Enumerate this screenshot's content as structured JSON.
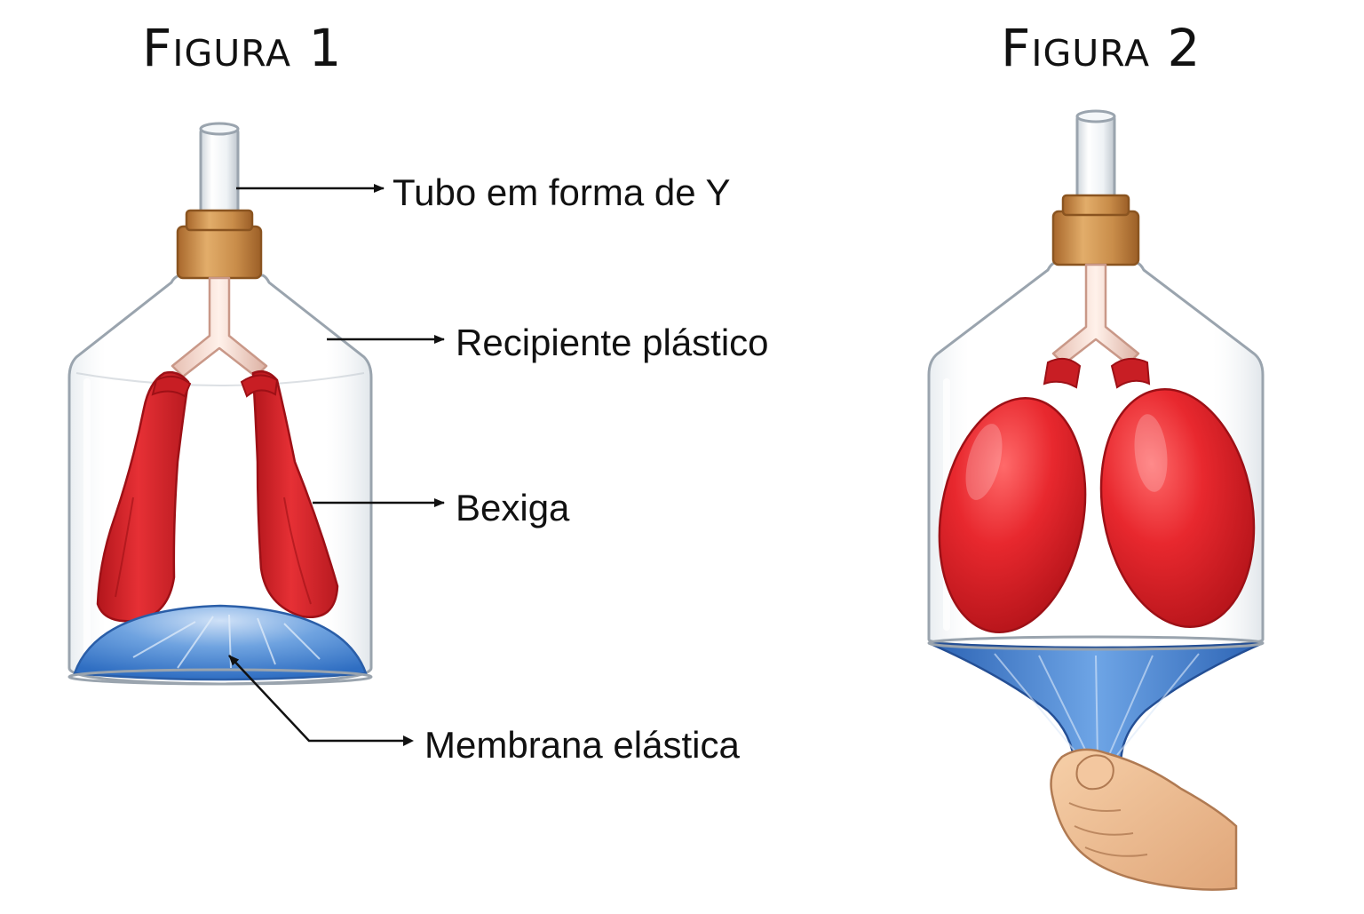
{
  "figure1": {
    "title": "Figura 1",
    "labels": {
      "tube": "Tubo em forma de Y",
      "bottle": "Recipiente plástico",
      "balloon": "Bexiga",
      "membrane": "Membrana elástica"
    }
  },
  "figure2": {
    "title": "Figura 2"
  },
  "colors": {
    "balloon_red": "#e0262b",
    "membrane_blue": "#3f7fcf",
    "cork": "#c88a44",
    "glass_outline": "#9aa4ae",
    "skin": "#f2c49b"
  }
}
